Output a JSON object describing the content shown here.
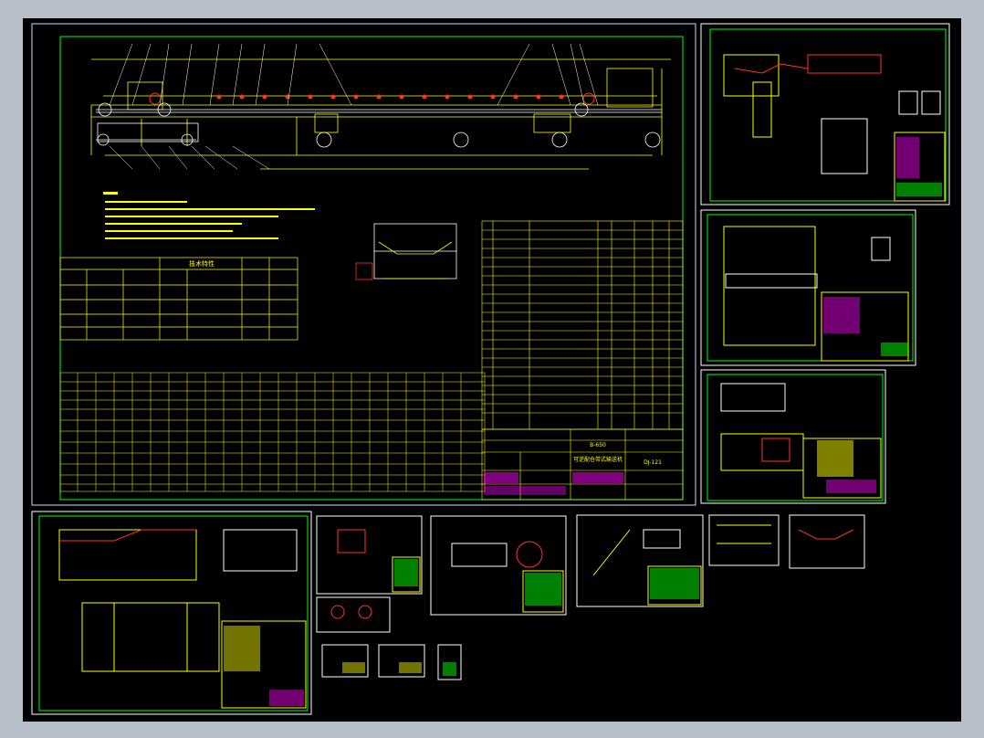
{
  "colors": {
    "background": "#b7c0c9",
    "canvas": "#000000",
    "frame_green": "#00ff00",
    "frame_white": "#ffffff",
    "line_yellow": "#ffff00",
    "line_red": "#ff3030",
    "line_magenta": "#ff00ff",
    "line_cyan": "#00ffff"
  },
  "main_sheet": {
    "drawing_code": "B-650",
    "drawing_title": "可逆配仓带式输送机",
    "revision": "DJ-121",
    "table_header": "技术特性",
    "notes_title": "说明"
  }
}
